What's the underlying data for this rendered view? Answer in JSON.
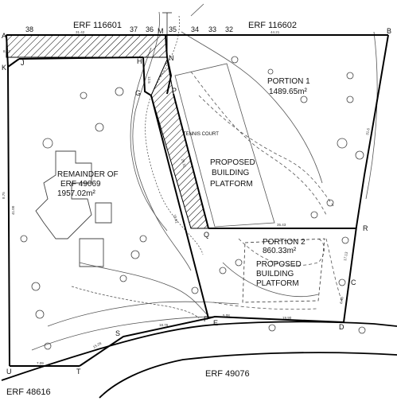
{
  "neighbours": {
    "north_west": "ERF 116601",
    "north_east": "ERF 116602",
    "south": "ERF 49076",
    "south_west": "ERF 48616"
  },
  "beacons": {
    "A": "A",
    "B": "B",
    "C": "C",
    "D": "D",
    "E": "E",
    "F": "F",
    "G": "G",
    "H": "H",
    "J": "J",
    "K": "K",
    "M": "M",
    "N": "N",
    "P": "P",
    "Q": "Q",
    "R": "R",
    "S": "S",
    "T": "T",
    "U": "U"
  },
  "numbers": {
    "n38": "38",
    "n37": "37",
    "n36": "36",
    "n35": "35",
    "n34": "34",
    "n33": "33",
    "n32": "32"
  },
  "remainder": {
    "line1": "REMAINDER OF",
    "line2": "ERF 49069",
    "area": "1957.02m²"
  },
  "portion1": {
    "name": "PORTION 1",
    "area": "1489.65m²"
  },
  "portion2": {
    "name": "PORTION 2",
    "area": "860.33m²"
  },
  "platform1": {
    "line1": "PROPOSED",
    "line2": "BUILDING",
    "line3": "PLATFORM"
  },
  "platform2": {
    "line1": "PROPOSED",
    "line2": "BUILDING",
    "line3": "PLATFORM"
  },
  "tennis_court": "TENNIS COURT",
  "dimensions": {
    "ab": "44.21",
    "am": "31.42",
    "aj": "8.13",
    "bc": "31.6",
    "west": "8.75",
    "west2": "41.00",
    "qr": "35.43",
    "rc": "17.13",
    "cd": "6.46",
    "de": "19.90",
    "ef": "5.08",
    "fs": "18.76",
    "st": "15.28",
    "tu": "7.09",
    "gf": "15.81",
    "pq": "25.31",
    "hg": "12.5"
  }
}
